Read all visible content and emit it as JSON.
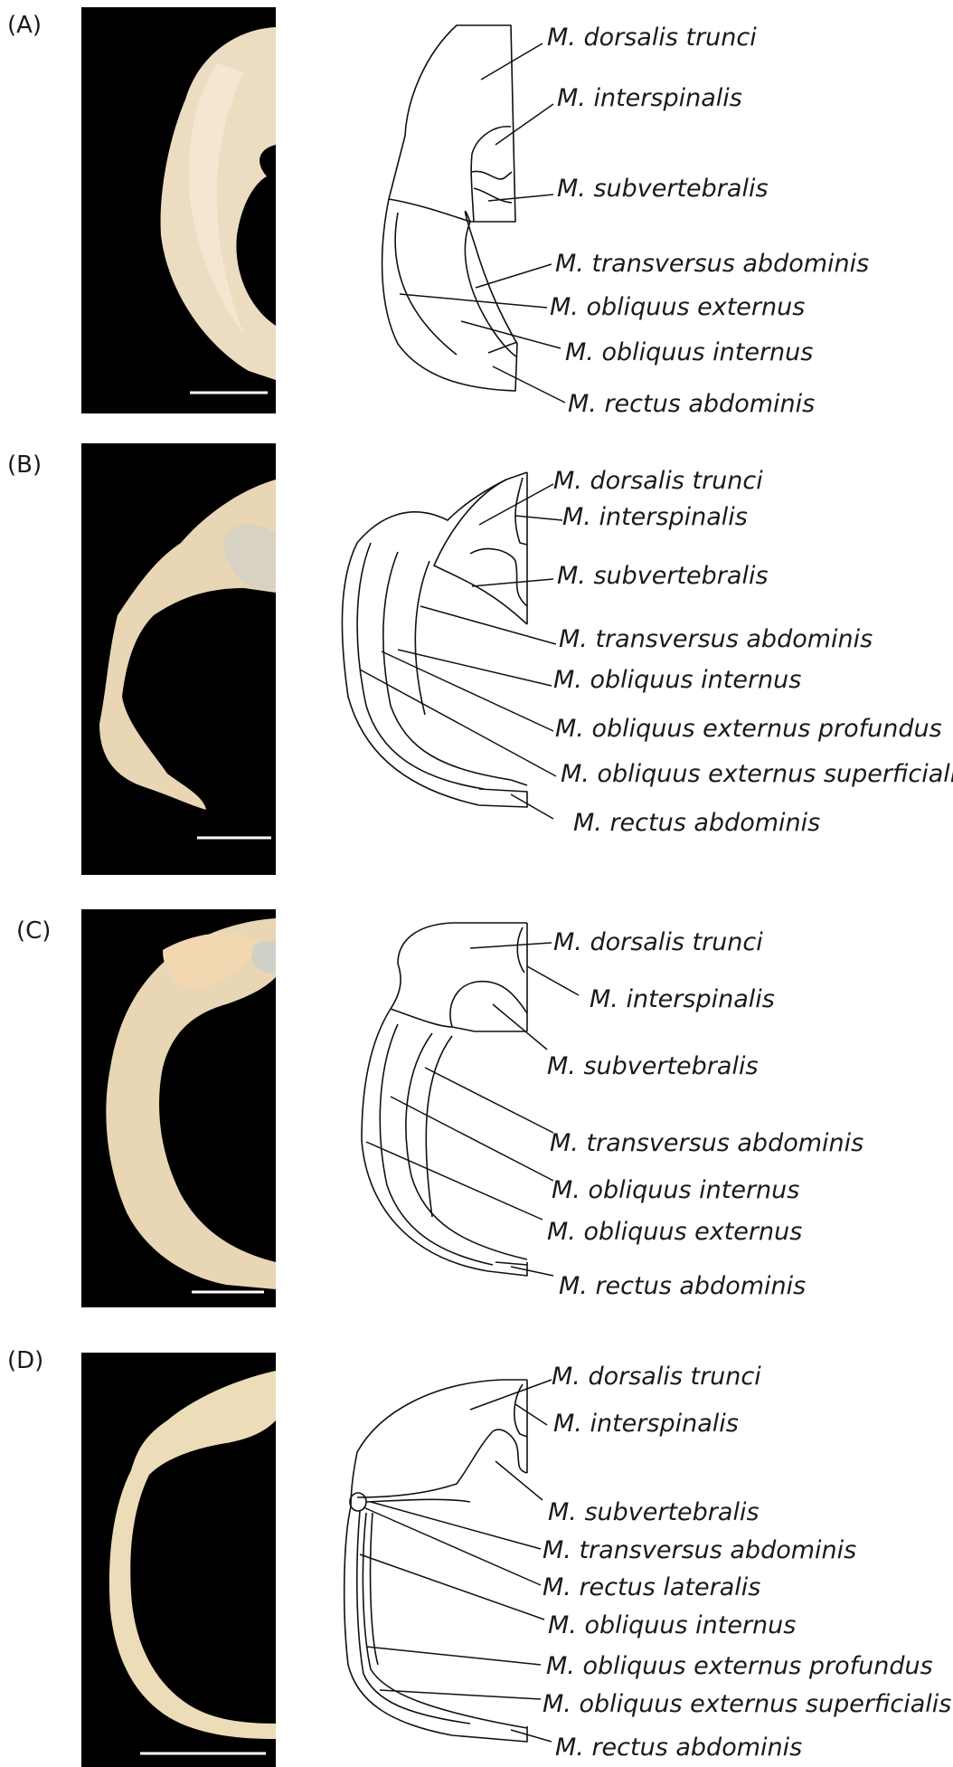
{
  "panels": [
    {
      "letter": "(A)",
      "labels": [
        "M. dorsalis trunci",
        "M. interspinalis",
        "M. subvertebralis",
        "M. transversus abdominis",
        "M. obliquus externus",
        "M. obliquus internus",
        "M. rectus abdominis"
      ]
    },
    {
      "letter": "(B)",
      "labels": [
        "M. dorsalis trunci",
        "M. interspinalis",
        "M. subvertebralis",
        "M. transversus abdominis",
        "M. obliquus internus",
        "M. obliquus externus profundus",
        "M. obliquus externus superficialis",
        "M. rectus abdominis"
      ]
    },
    {
      "letter": "(C)",
      "labels": [
        "M. dorsalis trunci",
        "M. interspinalis",
        "M. subvertebralis",
        "M. transversus abdominis",
        "M. obliquus internus",
        "M. obliquus externus",
        "M. rectus abdominis"
      ]
    },
    {
      "letter": "(D)",
      "labels": [
        "M. dorsalis trunci",
        "M. interspinalis",
        "M. subvertebralis",
        "M. transversus abdominis",
        "M. rectus lateralis",
        "M. obliquus internus",
        "M. obliquus externus profundus",
        "M. obliquus externus superficialis",
        "M. rectus abdominis"
      ]
    }
  ],
  "colors": {
    "background": "#ffffff",
    "photo_background": "#000000",
    "tissue": "#ead8b8",
    "line": "#111111",
    "scale_bar": "#ffffff"
  }
}
